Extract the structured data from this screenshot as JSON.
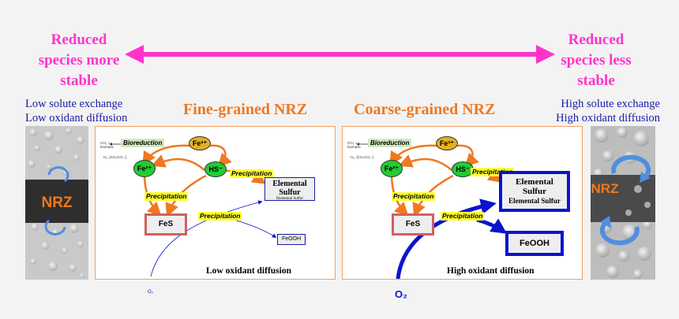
{
  "left_label": {
    "line1": "Reduced",
    "line2": "species more",
    "line3": "stable"
  },
  "right_label": {
    "line1": "Reduced",
    "line2": "species less",
    "line3": "stable"
  },
  "left_conditions": {
    "line1": "Low solute exchange",
    "line2": "Low oxidant diffusion"
  },
  "right_conditions": {
    "line1": "High solute exchange",
    "line2": "High oxidant diffusion"
  },
  "fine_panel": {
    "title": "Fine-grained NRZ",
    "bioreduction": "Bioreduction",
    "co2_biomass": "CO₂ + biomass",
    "h2_ch3": "H₂, [CH₃CO₂⁻]",
    "fe3": "Fe³⁺",
    "fe2": "Fe²⁺",
    "hs": "HS⁻",
    "precip_hs": "Precipitation",
    "precip_fe": "Precipitation",
    "precip_o2": "Precipitation",
    "elemental_sulfur": {
      "line1": "Elemental",
      "line2": "Sulfur"
    },
    "elemental_sulfur_caption": "Elemental Sulfur",
    "fes": "FeS",
    "feooh": "FeOOH",
    "o2": "O₂",
    "caption": "Low oxidant diffusion"
  },
  "coarse_panel": {
    "title": "Coarse-grained NRZ",
    "bioreduction": "Bioreduction",
    "co2_biomass": "CO₂ + biomass",
    "h2_ch3": "H₂, [CH₃CO₂⁻]",
    "fe3": "Fe³⁺",
    "fe2": "Fe²⁺",
    "hs": "HS⁻",
    "precip_hs": "Precipitation",
    "precip_fe": "Precipitation",
    "precip_o2": "Precipitation",
    "elemental_sulfur": {
      "line1": "Elemental",
      "line2": "Sulfur"
    },
    "elemental_sulfur_caption": "Elemental Sulfur",
    "fes": "FeS",
    "feooh": "FeOOH",
    "o2": "O₂",
    "caption": "High oxidant diffusion"
  },
  "nrz_left": "NRZ",
  "nrz_right": "NRZ",
  "colors": {
    "pink": "#ff33cc",
    "orange": "#f07820",
    "blue": "#0a14cc",
    "green": "#22cc33",
    "gold": "#e6b020",
    "yellow": "#ffff33"
  }
}
